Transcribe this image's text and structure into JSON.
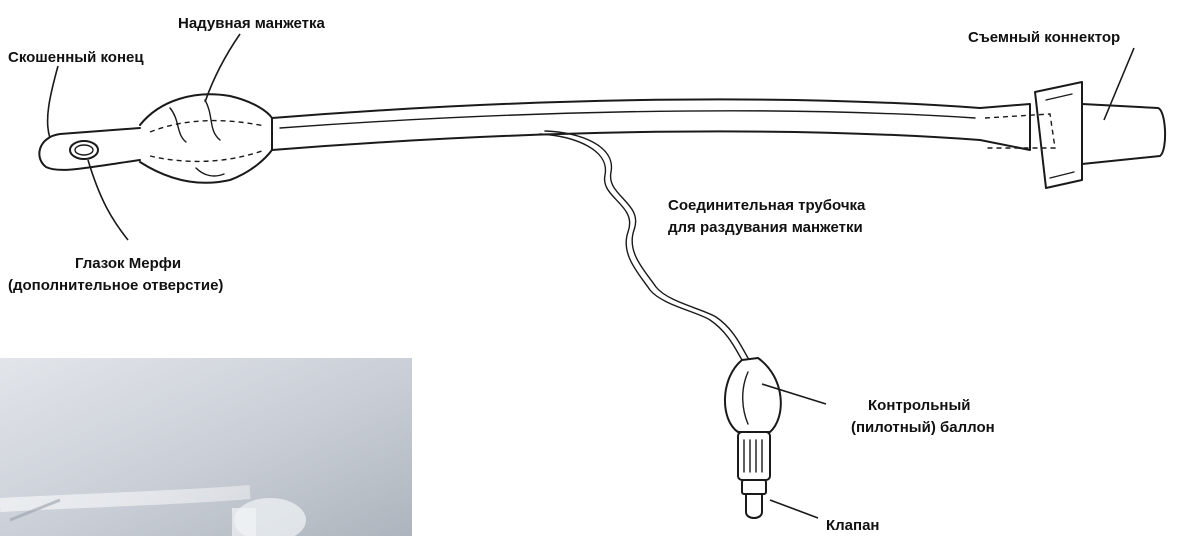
{
  "labels": {
    "beveled_tip": "Скошенный конец",
    "cuff": "Надувная манжетка",
    "connector": "Съемный коннектор",
    "murphy_eye_line1": "Глазок Мерфи",
    "murphy_eye_line2": "(дополнительное отверстие)",
    "inflation_line_line1": "Соединительная трубочка",
    "inflation_line_line2": "для раздувания манжетки",
    "pilot_balloon_line1": "Контрольный",
    "pilot_balloon_line2": "(пилотный) баллон",
    "valve": "Клапан"
  },
  "colors": {
    "ink": "#1a1a1a",
    "background": "#ffffff",
    "photo_tone": "#c9ced6"
  }
}
